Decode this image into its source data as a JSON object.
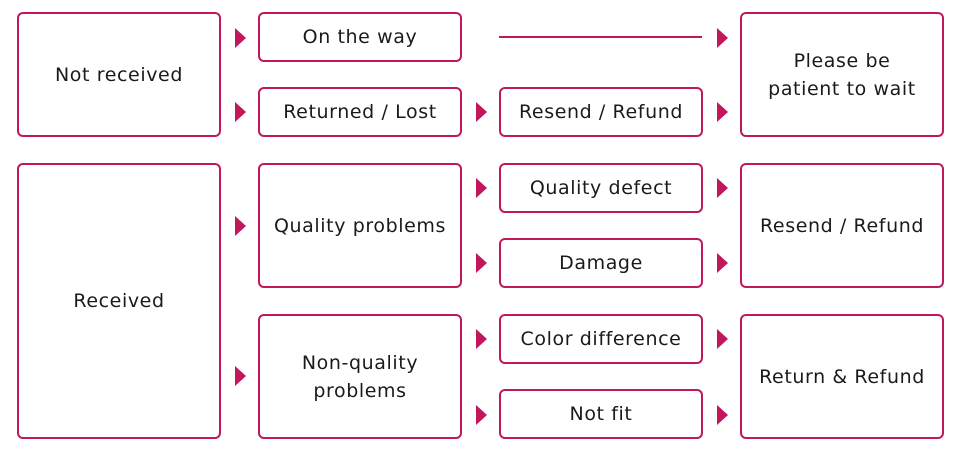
{
  "colors": {
    "accent": "#c0175d",
    "text": "#1a1a1a",
    "background": "#ffffff"
  },
  "diagram": {
    "not_received": {
      "label": "Not received",
      "on_the_way": "On the way",
      "returned_lost": "Returned / Lost",
      "resend_refund": "Resend / Refund",
      "please_wait": "Please be\npatient to wait"
    },
    "received": {
      "label": "Received",
      "quality_problems": "Quality problems",
      "quality_defect": "Quality defect",
      "damage": "Damage",
      "resend_refund": "Resend / Refund",
      "non_quality_problems": "Non-quality\nproblems",
      "color_difference": "Color difference",
      "not_fit": "Not fit",
      "return_refund": "Return & Refund"
    }
  }
}
